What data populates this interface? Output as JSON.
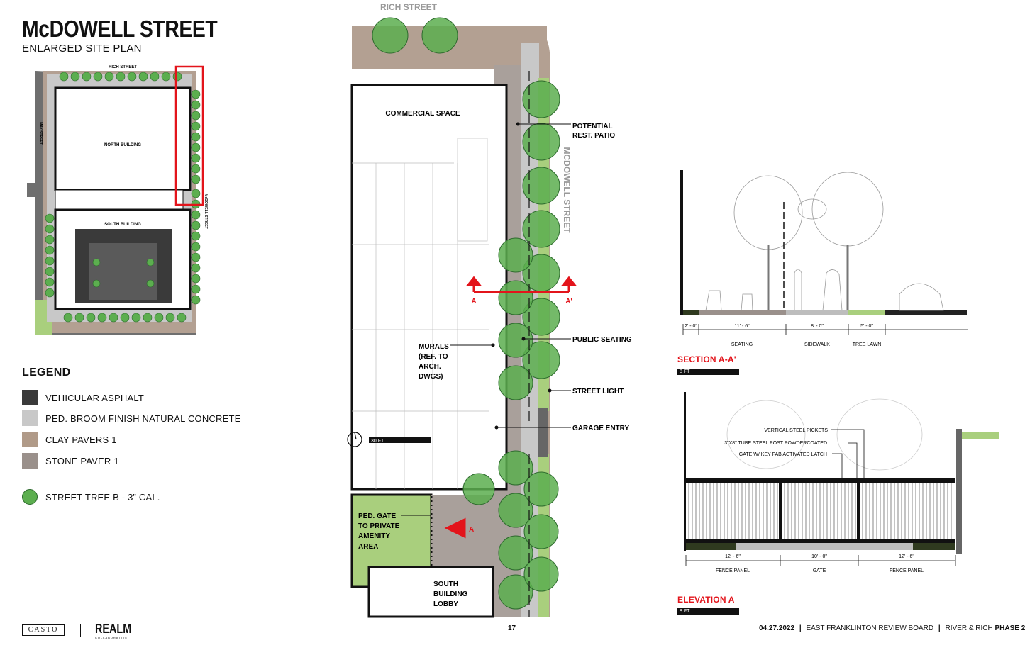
{
  "header": {
    "title": "McDOWELL STREET",
    "subtitle": "ENLARGED SITE PLAN"
  },
  "key_plan": {
    "street_top": "RICH STREET",
    "street_left": "MAY STREET",
    "street_right": "McDOWELL STREET",
    "north_building": "NORTH BUILDING",
    "south_building": "SOUTH BUILDING"
  },
  "legend": {
    "title": "LEGEND",
    "items": [
      {
        "label": "VEHICULAR ASPHALT",
        "color": "#3a3a3a",
        "shape": "square"
      },
      {
        "label": "PED. BROOM FINISH NATURAL CONCRETE",
        "color": "#c8c8c8",
        "shape": "square"
      },
      {
        "label": "CLAY PAVERS 1",
        "color": "#b09a88",
        "shape": "square"
      },
      {
        "label": "STONE PAVER 1",
        "color": "#9a908b",
        "shape": "square"
      },
      {
        "label": "STREET TREE B - 3” CAL.",
        "color": "#5cae4f",
        "shape": "circle"
      }
    ]
  },
  "plan": {
    "street_top": "RICH STREET",
    "street_side": "MCDOWELL STREET",
    "commercial": "COMMERCIAL SPACE",
    "patio_1": "POTENTIAL",
    "patio_2": "REST. PATIO",
    "public_seating": "PUBLIC SEATING",
    "street_light": "STREET LIGHT",
    "garage_entry": "GARAGE ENTRY",
    "murals_1": "MURALS",
    "murals_2": "(REF. TO",
    "murals_3": "ARCH.",
    "murals_4": "DWGS)",
    "gate_1": "PED. GATE",
    "gate_2": "TO PRIVATE",
    "gate_3": "AMENITY",
    "gate_4": "AREA",
    "lobby_1": "SOUTH",
    "lobby_2": "BUILDING",
    "lobby_3": "LOBBY",
    "section_a": "A",
    "section_a_prime": "A'",
    "elev_marker": "A",
    "scale": "30 FT"
  },
  "section": {
    "title": "SECTION A-A'",
    "scale": "8 FT",
    "dims": [
      "2' - 0\"",
      "11' - 6\"",
      "8' - 0\"",
      "5' - 0\""
    ],
    "zones": [
      "SEATING",
      "SIDEWALK",
      "TREE LAWN"
    ]
  },
  "elevation": {
    "title": "ELEVATION A",
    "scale": "8 FT",
    "notes": [
      "VERTICAL STEEL PICKETS",
      "3\"X8\" TUBE STEEL POST POWDERCOATED",
      "GATE W/ KEY FAB ACTIVATED LATCH"
    ],
    "dims": [
      "12' - 6\"",
      "10' - 0\"",
      "12' - 6\""
    ],
    "zones": [
      "FENCE PANEL",
      "GATE",
      "FENCE PANEL"
    ]
  },
  "footer": {
    "logo_1": "CASTO",
    "logo_2": "REALM",
    "logo_2_sub": "COLLABORATIVE",
    "page": "17",
    "date": "04.27.2022",
    "board": "EAST FRANKLINTON REVIEW BOARD",
    "project": "RIVER & RICH",
    "phase": "PHASE 2"
  }
}
